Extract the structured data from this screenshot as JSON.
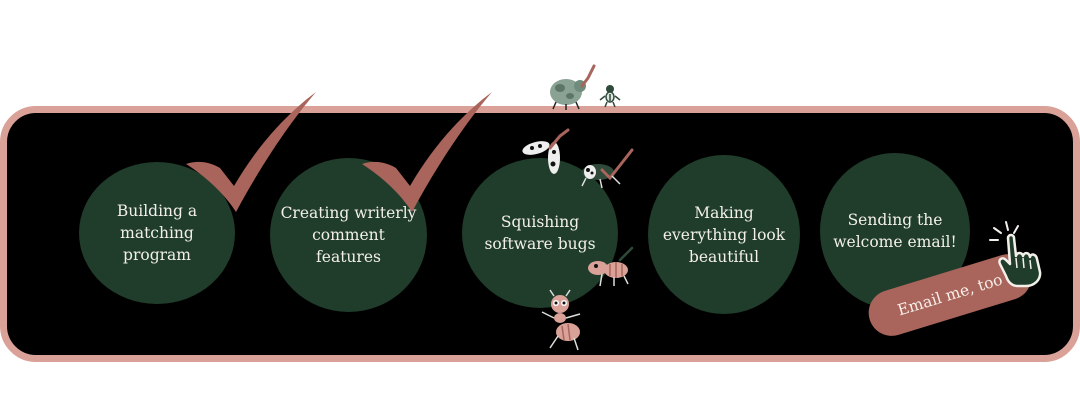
{
  "steps": [
    {
      "label_lines": [
        "Building a",
        "matching",
        "program"
      ],
      "done": true
    },
    {
      "label_lines": [
        "Creating writerly",
        "comment",
        "features"
      ],
      "done": true
    },
    {
      "label_lines": [
        "Squishing",
        "software bugs"
      ],
      "done": false
    },
    {
      "label_lines": [
        "Making",
        "everything look",
        "beautiful"
      ],
      "done": false
    },
    {
      "label_lines": [
        "Sending the",
        "welcome email!"
      ],
      "done": false
    }
  ],
  "cta": {
    "label": "Email me, too"
  },
  "icons": {
    "check": "check-mark-icon",
    "pointer": "pointing-hand-icon",
    "bugs": [
      "beetle-icon",
      "ant-icon",
      "fly-icon",
      "grasshopper-icon"
    ]
  },
  "colors": {
    "frame_border": "#d9a197",
    "frame_bg": "#000000",
    "circle": "#203c2b",
    "check": "#a9645b",
    "cta_bg": "#a9645b",
    "text_light": "#f3f0ea"
  }
}
